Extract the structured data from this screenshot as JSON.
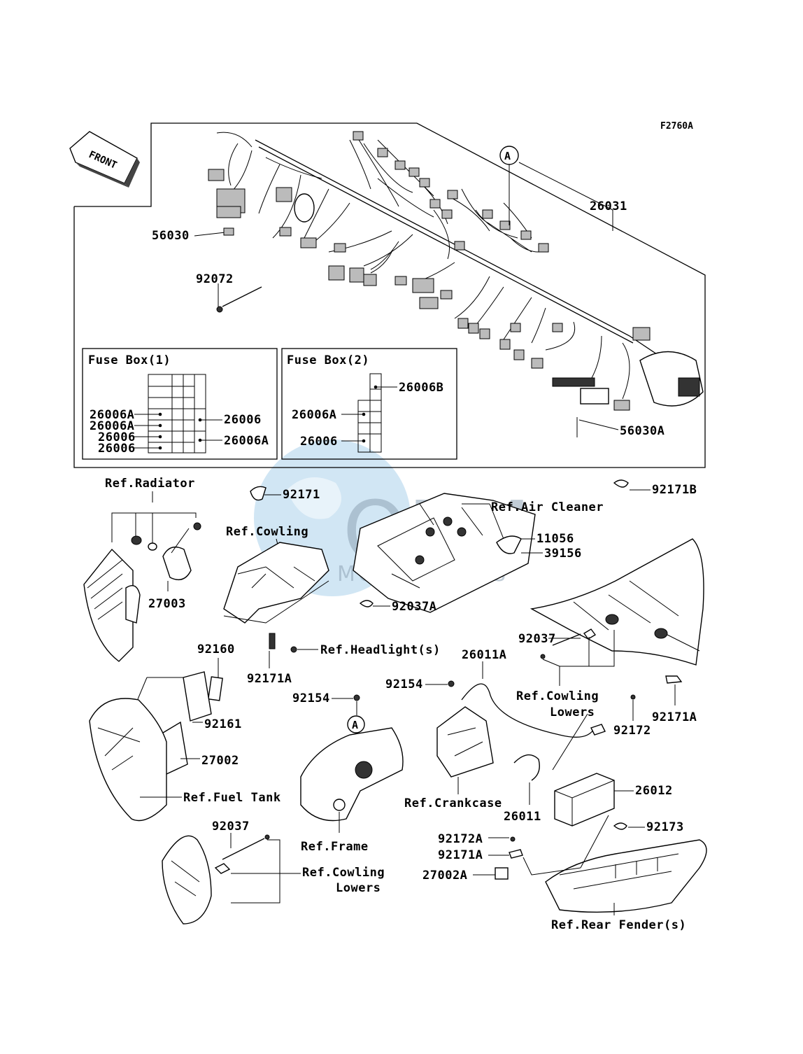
{
  "figure_code": "F2760A",
  "front_label": "FRONT",
  "callout_a": "A",
  "watermark": {
    "brand": "OEM",
    "sub": "MOTORPARTS",
    "color": "#5aa6d6"
  },
  "fuse_box_1": {
    "title": "Fuse Box(1)",
    "left_labels": [
      "26006A",
      "26006A",
      "26006",
      "26006"
    ],
    "right_labels": [
      "26006",
      "26006A"
    ]
  },
  "fuse_box_2": {
    "title": "Fuse Box(2)",
    "labels": [
      "26006B",
      "26006A",
      "26006"
    ]
  },
  "parts": {
    "p26031": "26031",
    "p56030": "56030",
    "p92072": "92072",
    "p56030A": "56030A",
    "p92171": "92171",
    "p92171B": "92171B",
    "p11056": "11056",
    "p39156": "39156",
    "p27003": "27003",
    "p92037A": "92037A",
    "p92171A_a": "92171A",
    "p92160": "92160",
    "p92161": "92161",
    "p27002": "27002",
    "p92154_a": "92154",
    "p92154_b": "92154",
    "p26011A": "26011A",
    "p92037_a": "92037",
    "p92172_a": "92172",
    "p92171A_b": "92171A",
    "p26012": "26012",
    "p26011": "26011",
    "p92173": "92173",
    "p92172A": "92172A",
    "p92171A_c": "92171A",
    "p27002A": "27002A",
    "p92037_b": "92037"
  },
  "refs": {
    "radiator": "Ref.Radiator",
    "cowling": "Ref.Cowling",
    "air_cleaner": "Ref.Air Cleaner",
    "headlights": "Ref.Headlight(s)",
    "cowling_lowers_1": "Ref.Cowling",
    "cowling_lowers_1b": "Lowers",
    "fuel_tank": "Ref.Fuel Tank",
    "frame": "Ref.Frame",
    "crankcase": "Ref.Crankcase",
    "cowling_lowers_2": "Ref.Cowling",
    "cowling_lowers_2b": "Lowers",
    "rear_fender": "Ref.Rear Fender(s)"
  }
}
